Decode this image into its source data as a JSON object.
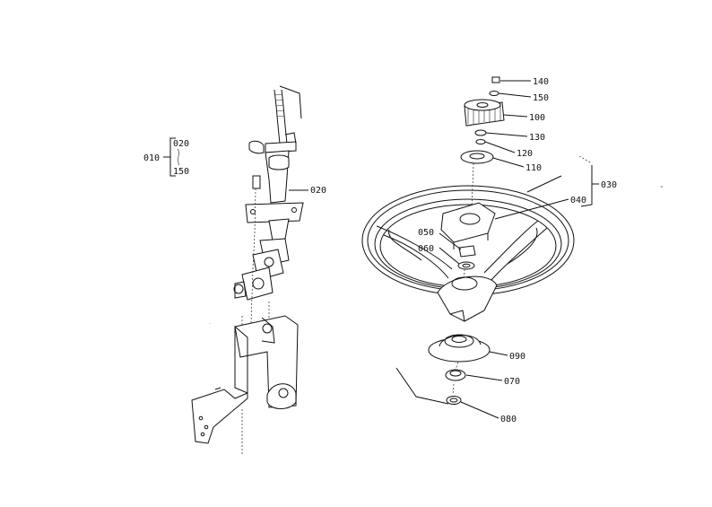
{
  "callouts": {
    "p010": "010",
    "p020_group": "020",
    "p150_group": "150",
    "p020": "020",
    "p030": "030",
    "p040": "040",
    "p050": "050",
    "p060": "060",
    "p070": "070",
    "p080": "080",
    "p090": "090",
    "p100": "100",
    "p110": "110",
    "p120": "120",
    "p130": "130",
    "p140": "140",
    "p150": "150"
  },
  "colors": {
    "ink": "#111111",
    "paper": "#ffffff"
  }
}
